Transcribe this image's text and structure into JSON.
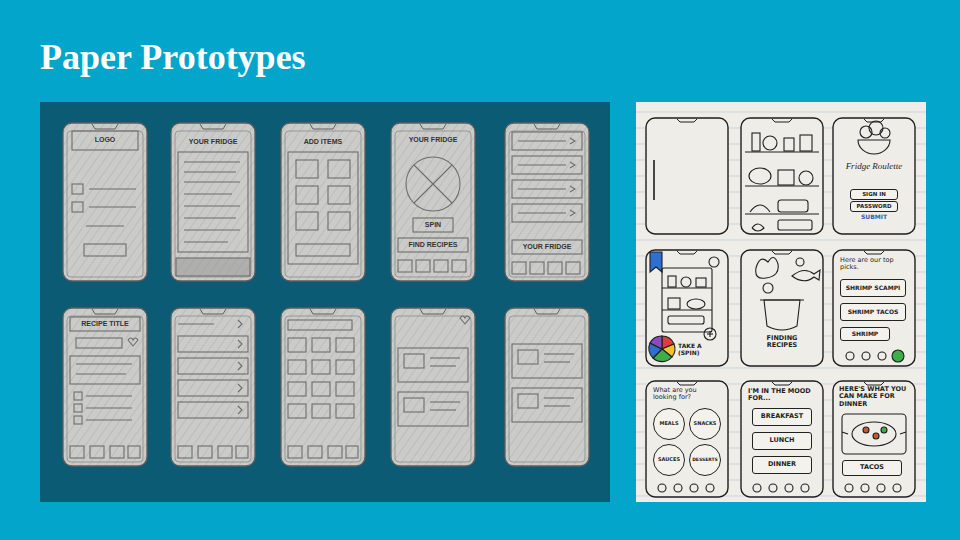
{
  "diagram": {
    "title": "Paper Prototypes",
    "nodes": [
      {
        "text": [
          "LOGO"
        ]
      },
      {
        "text": [
          "YOUR FRIDGE"
        ]
      },
      {
        "text": [
          "ADD ITEMS"
        ]
      },
      {
        "text": [
          "YOUR FRIDGE",
          "SPIN",
          "FIND RECIPES"
        ]
      },
      {
        "text": [
          "YOUR FRIDGE"
        ]
      },
      {
        "text": [
          "RECIPE TITLE"
        ]
      },
      {
        "text": [
          "Fridge Roulette",
          "SUBMIT"
        ]
      },
      {
        "text": [
          "SIGN IN"
        ],
        "in": 6
      },
      {
        "text": [
          "PASSWORD"
        ],
        "in": 6
      },
      {
        "text": [
          "TAKE A (SPIN)"
        ]
      },
      {
        "text": [
          "FINDING RECIPES"
        ]
      },
      {
        "text": [
          "Here are our top picks."
        ]
      },
      {
        "text": [
          "SHRIMP SCAMPI"
        ],
        "in": 11
      },
      {
        "text": [
          "SHRIMP TACOS"
        ],
        "in": 11
      },
      {
        "text": [
          "SHRIMP"
        ],
        "in": 11
      },
      {
        "text": [
          "What are you looking for?"
        ]
      },
      {
        "text": [
          "MEALS"
        ],
        "in": 15
      },
      {
        "text": [
          "SNACKS"
        ],
        "in": 15
      },
      {
        "text": [
          "SAUCES"
        ],
        "in": 15
      },
      {
        "text": [
          "DESSERTS"
        ],
        "in": 15
      },
      {
        "text": [
          "I'M IN THE MOOD FOR..."
        ]
      },
      {
        "text": [
          "BREAKFAST"
        ],
        "in": 20
      },
      {
        "text": [
          "LUNCH"
        ],
        "in": 20
      },
      {
        "text": [
          "DINNER"
        ],
        "in": 20
      },
      {
        "text": [
          "HERE'S WHAT YOU CAN MAKE FOR DINNER"
        ]
      },
      {
        "text": [
          "TACOS"
        ],
        "in": 24
      }
    ]
  }
}
